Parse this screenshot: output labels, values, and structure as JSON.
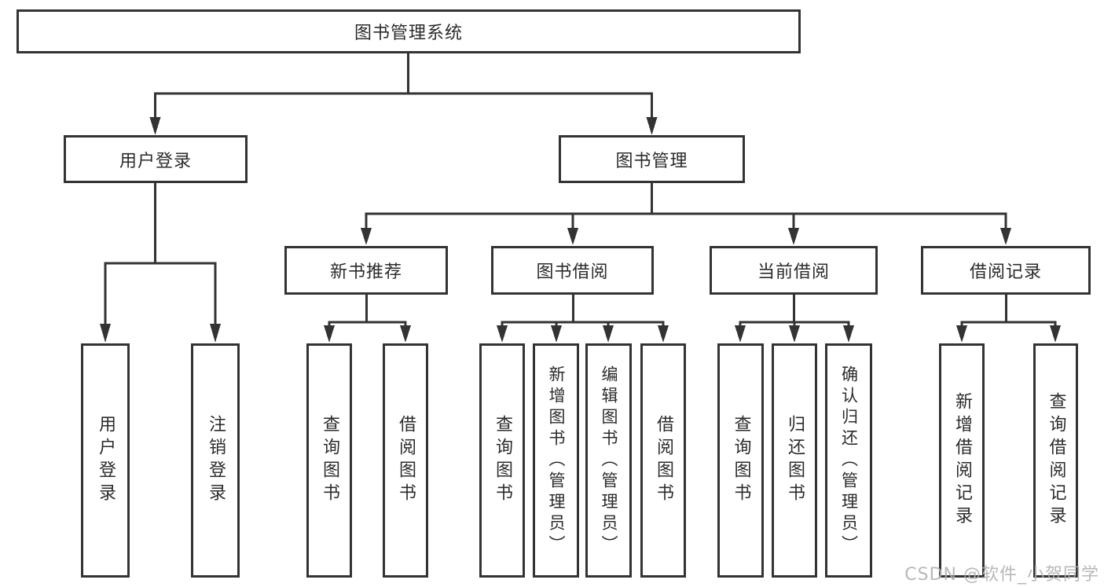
{
  "colors": {
    "line": "#333333",
    "box_border": "#333333",
    "text": "#2b2b2b",
    "background": "#ffffff",
    "watermark": "#b0b0b0"
  },
  "diagram": {
    "root": {
      "label": "图书管理系统"
    },
    "level2": [
      {
        "label": "用户登录"
      },
      {
        "label": "图书管理"
      }
    ],
    "level3": [
      {
        "label": "新书推荐"
      },
      {
        "label": "图书借阅"
      },
      {
        "label": "当前借阅"
      },
      {
        "label": "借阅记录"
      }
    ],
    "leaves": {
      "user_login": [
        {
          "label": "用户登录"
        },
        {
          "label": "注销登录"
        }
      ],
      "new_book_recommend": [
        {
          "label": "查询图书"
        },
        {
          "label": "借阅图书"
        }
      ],
      "book_borrowing": [
        {
          "label": "查询图书"
        },
        {
          "label": "新增图书（管理员）"
        },
        {
          "label": "编辑图书（管理员）"
        },
        {
          "label": "借阅图书"
        }
      ],
      "current_borrowing": [
        {
          "label": "查询图书"
        },
        {
          "label": "归还图书"
        },
        {
          "label": "确认归还（管理员）"
        }
      ],
      "borrowing_records": [
        {
          "label": "新增借阅记录"
        },
        {
          "label": "查询借阅记录"
        }
      ]
    }
  },
  "watermark": {
    "text": "CSDN @软件_小贺同学"
  }
}
